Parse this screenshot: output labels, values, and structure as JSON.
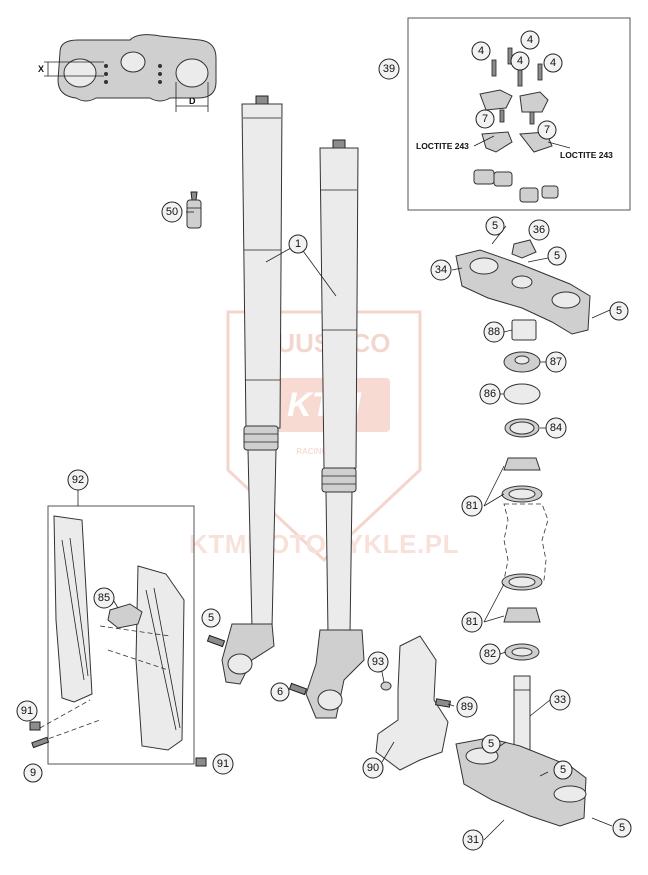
{
  "diagram": {
    "dimension_labels": {
      "x": "X",
      "d": "D"
    },
    "loctite_left": "LOCTITE 243",
    "loctite_right": "LOCTITE 243",
    "watermark": {
      "brand": "DUUST.CO",
      "logo_text": "KTM",
      "logo_sub": "RACING",
      "url": "KTMMOTOCYKLE.PL"
    },
    "callouts": {
      "c1": "1",
      "c4a": "4",
      "c4b": "4",
      "c4c": "4",
      "c4d": "4",
      "c5a": "5",
      "c5b": "5",
      "c5c": "5",
      "c5d": "5",
      "c5e": "5",
      "c5f": "5",
      "c5g": "5",
      "c6": "6",
      "c7a": "7",
      "c7b": "7",
      "c9": "9",
      "c31": "31",
      "c33": "33",
      "c34": "34",
      "c36": "36",
      "c39": "39",
      "c50": "50",
      "c81a": "81",
      "c81b": "81",
      "c82": "82",
      "c84": "84",
      "c85": "85",
      "c86": "86",
      "c87": "87",
      "c88": "88",
      "c89": "89",
      "c90": "90",
      "c91a": "91",
      "c91b": "91",
      "c92": "92",
      "c93": "93"
    }
  }
}
